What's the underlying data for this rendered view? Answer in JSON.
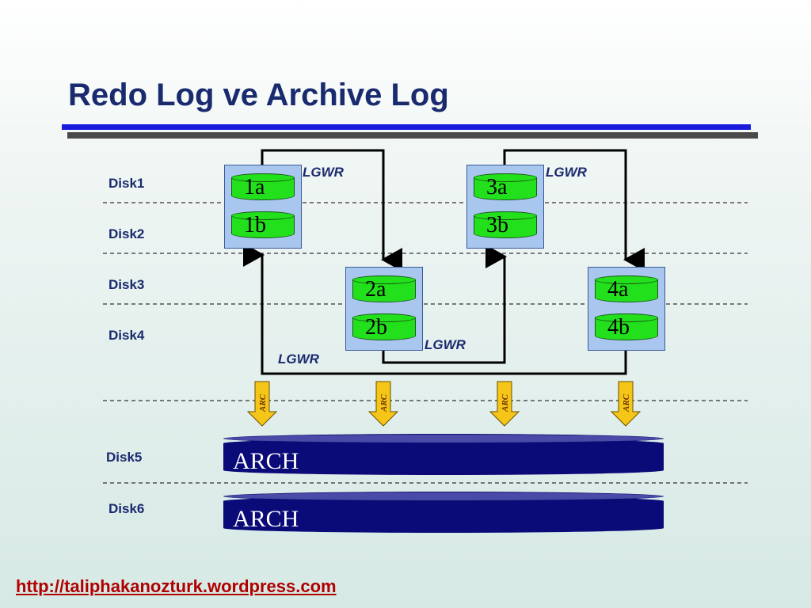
{
  "slide": {
    "title": "Redo Log ve Archive Log",
    "url": "http://taliphakanozturk.wordpress.com"
  },
  "disks": [
    "Disk1",
    "Disk2",
    "Disk3",
    "Disk4",
    "Disk5",
    "Disk6"
  ],
  "log_groups": [
    {
      "members": [
        "1a",
        "1b"
      ]
    },
    {
      "members": [
        "2a",
        "2b"
      ]
    },
    {
      "members": [
        "3a",
        "3b"
      ]
    },
    {
      "members": [
        "4a",
        "4b"
      ]
    }
  ],
  "lgwr_labels": [
    "LGWR",
    "LGWR",
    "LGWR",
    "LGWR"
  ],
  "arc_label": "ARC",
  "archive_disks": [
    "ARCH",
    "ARCH"
  ],
  "colors": {
    "title": "#1a2a6e",
    "log_member_fill": "#22e01c",
    "group_box_fill": "#a9c6ee",
    "arch_fill": "#0a0a78",
    "arc_arrow_fill": "#f5c518",
    "url": "#b00000"
  }
}
